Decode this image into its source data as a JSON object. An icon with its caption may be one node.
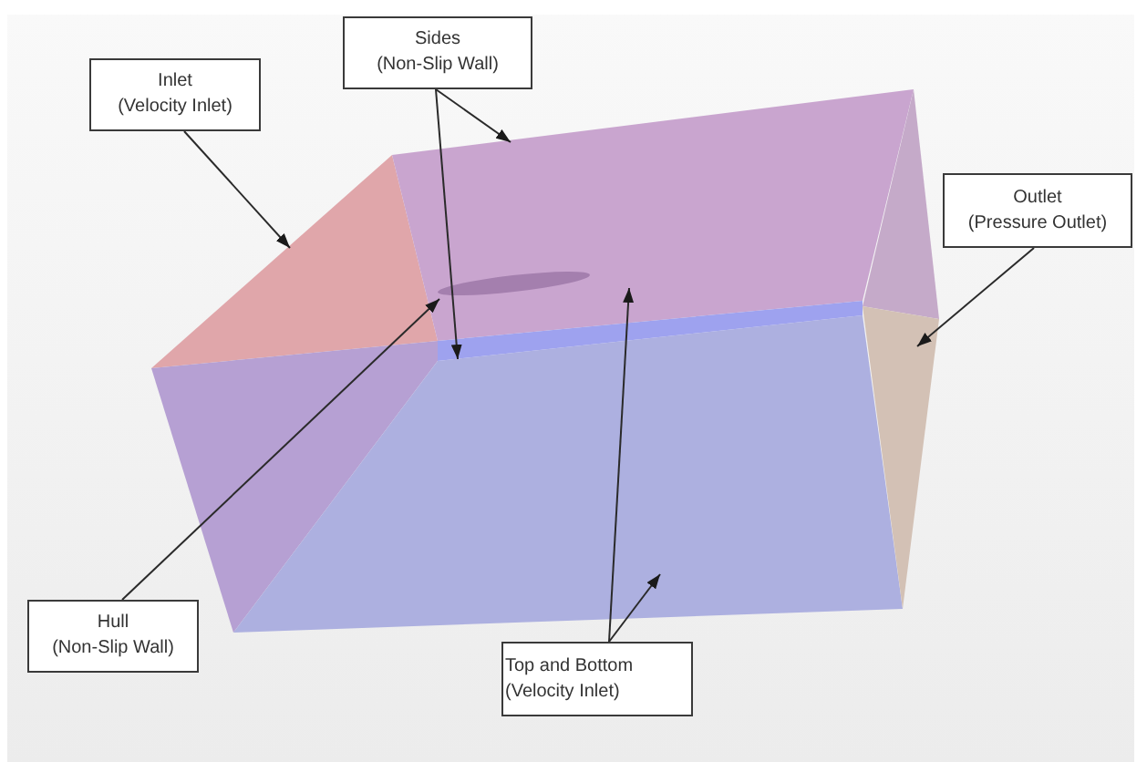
{
  "diagram": {
    "nodes": [
      {
        "text": [
          "Inlet",
          "(Velocity Inlet)"
        ]
      },
      {
        "text": [
          "Sides",
          "(Non-Slip Wall)"
        ]
      },
      {
        "text": [
          "Outlet",
          "(Pressure Outlet)"
        ]
      },
      {
        "text": [
          "Hull",
          "(Non-Slip Wall)"
        ]
      },
      {
        "text": [
          "Top and Bottom",
          "(Velocity Inlet)"
        ]
      },
      {
        "text": [],
        "shape": "triangle"
      },
      {
        "text": [],
        "shape": "polygon"
      },
      {
        "text": [],
        "shape": "polygon"
      },
      {
        "text": [],
        "shape": "ellipse",
        "in": 6
      },
      {
        "text": [],
        "shape": "band"
      },
      {
        "text": [],
        "shape": "polygon"
      },
      {
        "text": [],
        "shape": "polygon"
      }
    ],
    "edges": [
      {
        "from": 0,
        "to": 5,
        "arrow": "to"
      },
      {
        "from": 1,
        "to": 6,
        "arrow": "to"
      },
      {
        "from": 1,
        "to": 9,
        "arrow": "to"
      },
      {
        "from": 2,
        "to": 7,
        "arrow": "to"
      },
      {
        "from": 3,
        "to": 8,
        "arrow": "to"
      },
      {
        "from": 4,
        "to": 6,
        "arrow": "to"
      },
      {
        "from": 4,
        "to": 11,
        "arrow": "to"
      }
    ]
  }
}
